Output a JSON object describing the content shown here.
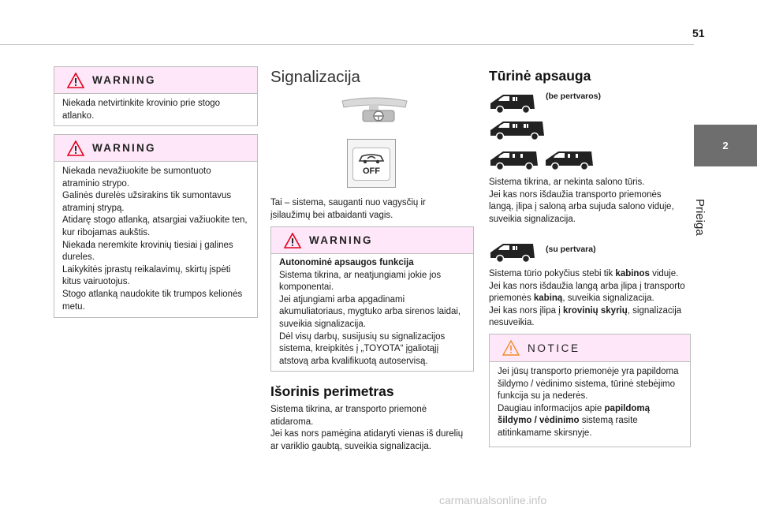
{
  "page": {
    "number": "51"
  },
  "side_tab": {
    "number": "2",
    "label": "Prieiga"
  },
  "col1": {
    "warning1": {
      "title": "WARNING",
      "text": "Niekada netvirtinkite krovinio prie stogo atlanko."
    },
    "warning2": {
      "title": "WARNING",
      "lines": [
        "Niekada nevažiuokite be sumontuoto",
        "atraminio strypo.",
        "Galinės durelės užsirakins tik sumontavus",
        "atraminį strypą.",
        "Atidarę stogo atlanką, atsargiai važiuokite ten,",
        "kur ribojamas aukštis.",
        "Niekada neremkite krovinių tiesiai į galines",
        "dureles.",
        "Laikykitės įprastų reikalavimų, skirtų įspėti",
        "kitus vairuotojus.",
        "Stogo atlanką naudokite tik trumpos kelionės",
        "metu."
      ]
    }
  },
  "col2": {
    "title": "Signalizacija",
    "off_label": "OFF",
    "intro_lines": [
      "Tai – sistema, sauganti nuo vagysčių ir",
      "įsilaužimų bei atbaidanti vagis."
    ],
    "warning": {
      "title": "WARNING",
      "heading": "Autonominė apsaugos funkcija",
      "lines": [
        "Sistema tikrina, ar neatjungiami jokie jos",
        "komponentai.",
        "Jei atjungiami arba apgadinami",
        "akumuliatoriaus, mygtuko arba sirenos laidai,",
        "suveikia signalizacija.",
        "Dėl visų darbų, susijusių su signalizacijos",
        "sistema, kreipkitės į „TOYOTA“ įgaliotąjį",
        "atstovą arba kvalifikuotą autoservisą."
      ]
    },
    "perimeter": {
      "title": "Išorinis perimetras",
      "lines": [
        "Sistema tikrina, ar transporto priemonė",
        "atidaroma.",
        "Jei kas nors pamėgina atidaryti vienas iš durelių",
        "ar variklio gaubtą, suveikia signalizacija."
      ]
    }
  },
  "col3": {
    "title": "Tūrinė apsauga",
    "label_no_partition": "(be pertvaros)",
    "para1": [
      "Sistema tikrina, ar nekinta salono tūris.",
      "Jei kas nors išdaužia transporto priemonės",
      "langą, įlipa į saloną arba sujuda salono viduje,",
      "suveikia signalizacija."
    ],
    "label_partition": "(su pertvara)",
    "para2": {
      "l1a": "Sistema tūrio pokyčius stebi tik ",
      "l1b": "kabinos",
      "l1c": " viduje.",
      "l2": "Jei kas nors išdaužia langą arba įlipa į transporto",
      "l3a": "priemonės ",
      "l3b": "kabiną",
      "l3c": ", suveikia signalizacija.",
      "l4a": "Jei kas nors įlipa į ",
      "l4b": "krovinių skyrių",
      "l4c": ", signalizacija",
      "l5": "nesuveikia."
    },
    "notice": {
      "title": "NOTICE",
      "l1": "Jei jūsų transporto priemonėje yra papildoma",
      "l2": "šildymo / vėdinimo sistema, tūrinė stebėjimo",
      "l3": "funkcija su ja nederės.",
      "l4a": "Daugiau informacijos apie ",
      "l4b": "papildomą",
      "l5a": "šildymo / vėdinimo",
      "l5b": " sistemą rasite",
      "l6": "atitinkamame skirsnyje."
    }
  },
  "footer": "carmanualsonline.info",
  "icons": {
    "warning": "warning-triangle-icon",
    "notice": "notice-triangle-icon",
    "alarm_off": "alarm-off-button-icon",
    "mirror": "interior-mirror-icon",
    "van": "van-icon"
  },
  "colors": {
    "box_header": "#fde7f8",
    "side_tab": "#6e6e6e",
    "warning_red": "#e3001b",
    "notice_orange": "#f28c28"
  }
}
